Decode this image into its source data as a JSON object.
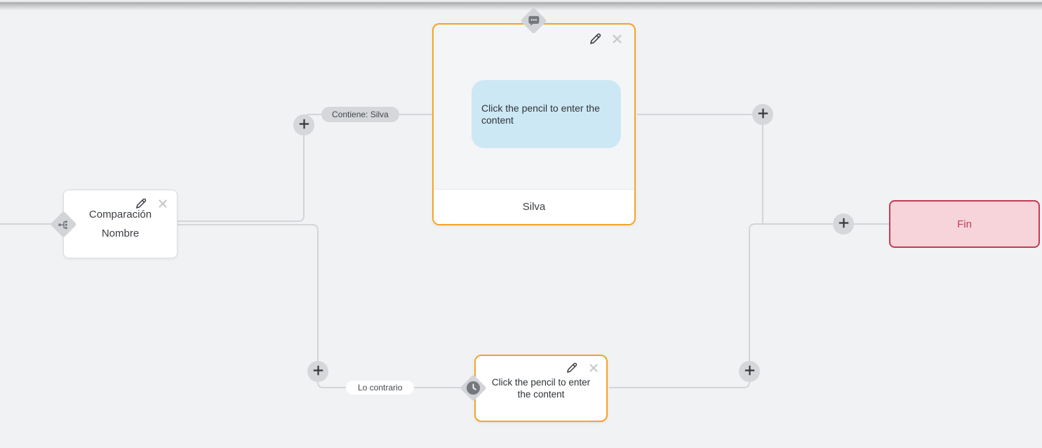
{
  "canvas": {
    "background_color": "#f1f2f4",
    "connector_color": "#d3d5d9"
  },
  "condition_node": {
    "title_line1": "Comparación",
    "title_line2": "Nombre",
    "badge_icon": "branch-icon"
  },
  "message_node": {
    "bubble_text": "Click the pencil to enter the content",
    "footer_label": "Silva",
    "badge_icon": "chat-bubble-icon",
    "accent_color": "#f6a424",
    "bubble_color": "#cde8f5"
  },
  "placeholder_node": {
    "text": "Click the pencil to enter the content",
    "badge_icon": "clock-icon",
    "accent_color": "#f6a424"
  },
  "end_node": {
    "label": "Fin",
    "fill_color": "#f6d4d9",
    "accent_color": "#c43b55"
  },
  "edge_labels": {
    "contains": "Contiene: Silva",
    "otherwise": "Lo contrario"
  }
}
